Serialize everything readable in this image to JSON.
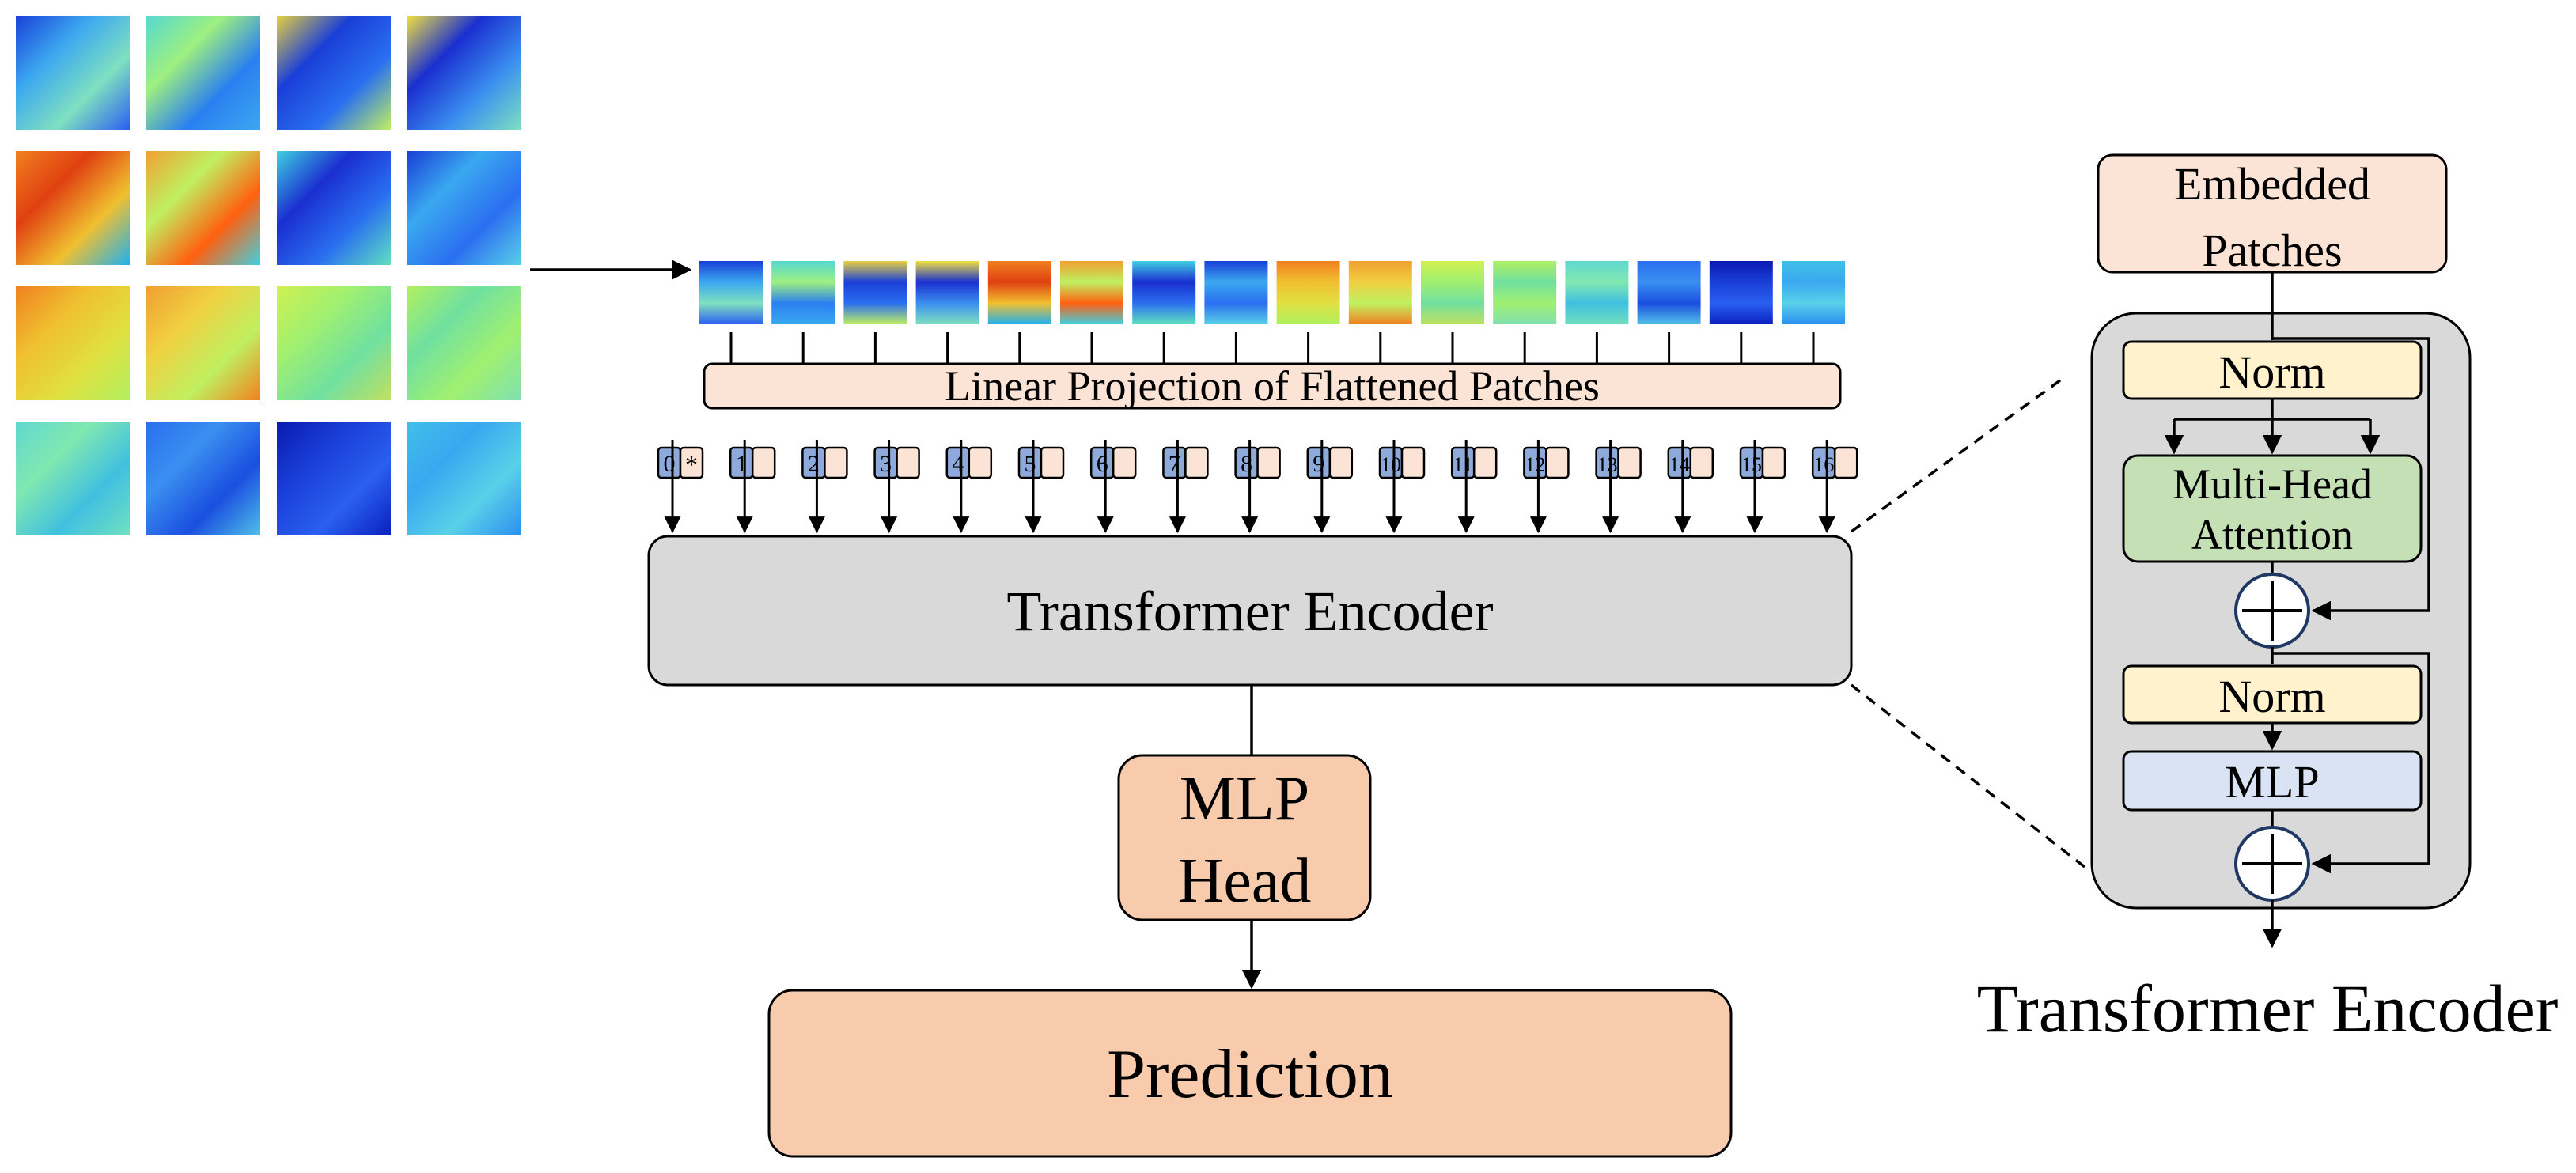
{
  "patch_grid": {
    "rows": 4,
    "cols": 4,
    "patches": [
      {
        "id": 1,
        "style": "blue-dark-top-left",
        "colors": [
          "#1a3fd8",
          "#3aa8f0",
          "#7fe0c0",
          "#2a5ff0"
        ]
      },
      {
        "id": 2,
        "style": "cyan-green",
        "colors": [
          "#56d8d0",
          "#9ef080",
          "#2a7ff0",
          "#3aa8f0"
        ]
      },
      {
        "id": 3,
        "style": "yellow-top-blue",
        "colors": [
          "#e8d040",
          "#1a3fd8",
          "#2a6ff0",
          "#bff060"
        ]
      },
      {
        "id": 4,
        "style": "yellow-top-dark-blue",
        "colors": [
          "#f0e040",
          "#1a2fd0",
          "#3a8ff0",
          "#7fe0c0"
        ]
      },
      {
        "id": 5,
        "style": "orange-red",
        "colors": [
          "#f08020",
          "#e04010",
          "#f0c030",
          "#20b0f0"
        ]
      },
      {
        "id": 6,
        "style": "orange-green",
        "colors": [
          "#f0a030",
          "#c0f060",
          "#ff6010",
          "#40d0e0"
        ]
      },
      {
        "id": 7,
        "style": "cyan-dark-blue",
        "colors": [
          "#40d0e0",
          "#1a2fd0",
          "#2a6ff0",
          "#60e0c0"
        ]
      },
      {
        "id": 8,
        "style": "blue-cyan",
        "colors": [
          "#1a3fd8",
          "#3aa8f0",
          "#2a6ff0",
          "#5ad0e8"
        ]
      },
      {
        "id": 9,
        "style": "orange-yellow",
        "colors": [
          "#f08020",
          "#f0c030",
          "#e0e040",
          "#b0f060"
        ]
      },
      {
        "id": 10,
        "style": "orange-yellow-light",
        "colors": [
          "#f0a030",
          "#f0d040",
          "#c0f060",
          "#f08020"
        ]
      },
      {
        "id": 11,
        "style": "yellow-green",
        "colors": [
          "#d0f050",
          "#a0f070",
          "#70e0a0",
          "#c0e060"
        ]
      },
      {
        "id": 12,
        "style": "green-cyan",
        "colors": [
          "#b0f060",
          "#70e0a0",
          "#a0f070",
          "#80e0b0"
        ]
      },
      {
        "id": 13,
        "style": "cyan-light",
        "colors": [
          "#60d8d0",
          "#80e8b0",
          "#40c0e0",
          "#70e0c0"
        ]
      },
      {
        "id": 14,
        "style": "blue-mid",
        "colors": [
          "#2a6ff0",
          "#3a8ff0",
          "#1a4fe0",
          "#50c0e8"
        ]
      },
      {
        "id": 15,
        "style": "blue-deep",
        "colors": [
          "#0a1ab0",
          "#1a3fd8",
          "#2a5ff0",
          "#0a20c0"
        ]
      },
      {
        "id": 16,
        "style": "cyan-blue",
        "colors": [
          "#40c0e8",
          "#3aa8f0",
          "#5ad0e8",
          "#2a8ff0"
        ]
      }
    ]
  },
  "linear_projection": {
    "label": "Linear Projection of Flattened Patches",
    "fill": "#fbe3d6"
  },
  "tokens": {
    "class_token_symbol": "*",
    "labels": [
      "0",
      "1",
      "2",
      "3",
      "4",
      "5",
      "6",
      "7",
      "8",
      "9",
      "10",
      "11",
      "12",
      "13",
      "14",
      "15",
      "16"
    ],
    "number_fill": "#8eaadb",
    "embed_fill": "#fbe3d6"
  },
  "transformer_encoder_box": {
    "label": "Transformer Encoder",
    "fill": "#d9d9d9"
  },
  "mlp_head": {
    "label_line1": "MLP",
    "label_line2": "Head",
    "fill": "#f8cbad"
  },
  "prediction": {
    "label": "Prediction",
    "fill": "#f8cbad"
  },
  "encoder_detail": {
    "embedded_patches_line1": "Embedded",
    "embedded_patches_line2": "Patches",
    "embedded_fill": "#fbe3d6",
    "container_fill": "#d9d9d9",
    "norm1": "Norm",
    "attention_line1": "Multi-Head",
    "attention_line2": "Attention",
    "attention_fill": "#c5e0b4",
    "norm2": "Norm",
    "norm_fill": "#fff2cc",
    "mlp": "MLP",
    "mlp_fill": "#dae3f3",
    "caption": "Transformer Encoder"
  }
}
